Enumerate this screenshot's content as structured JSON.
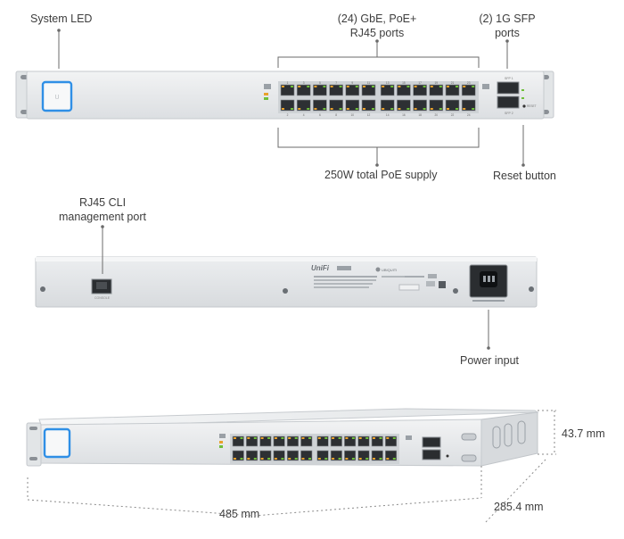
{
  "callouts": {
    "system_led": "System LED",
    "rj45_line1": "(24) GbE, PoE+",
    "rj45_line2": "RJ45 ports",
    "sfp_line1": "(2) 1G SFP",
    "sfp_line2": "ports",
    "poe_supply": "250W total PoE supply",
    "reset_button": "Reset button",
    "cli_line1": "RJ45 CLI",
    "cli_line2": "management port",
    "power_input": "Power input"
  },
  "dimensions": {
    "width": "485 mm",
    "depth": "285.4 mm",
    "height": "43.7 mm"
  },
  "front_panel": {
    "port_numbers_top": [
      "1",
      "3",
      "5",
      "7",
      "9",
      "11",
      "13",
      "15",
      "17",
      "19",
      "21",
      "23"
    ],
    "port_numbers_bottom": [
      "2",
      "4",
      "6",
      "8",
      "10",
      "12",
      "14",
      "16",
      "18",
      "20",
      "22",
      "24"
    ],
    "sfp_top": "SFP 1",
    "sfp_bottom": "SFP 2",
    "reset": "RESET"
  },
  "back_panel": {
    "brand": "UniFi",
    "console": "CONSOLE",
    "vendor": "UBIQUITI"
  },
  "colors": {
    "chassis": "#e4e6e8",
    "led_ring": "#2f8fe6",
    "port_amber": "#e9a12b",
    "port_green": "#6fbf3a",
    "leader_line": "#6b6b6b"
  }
}
